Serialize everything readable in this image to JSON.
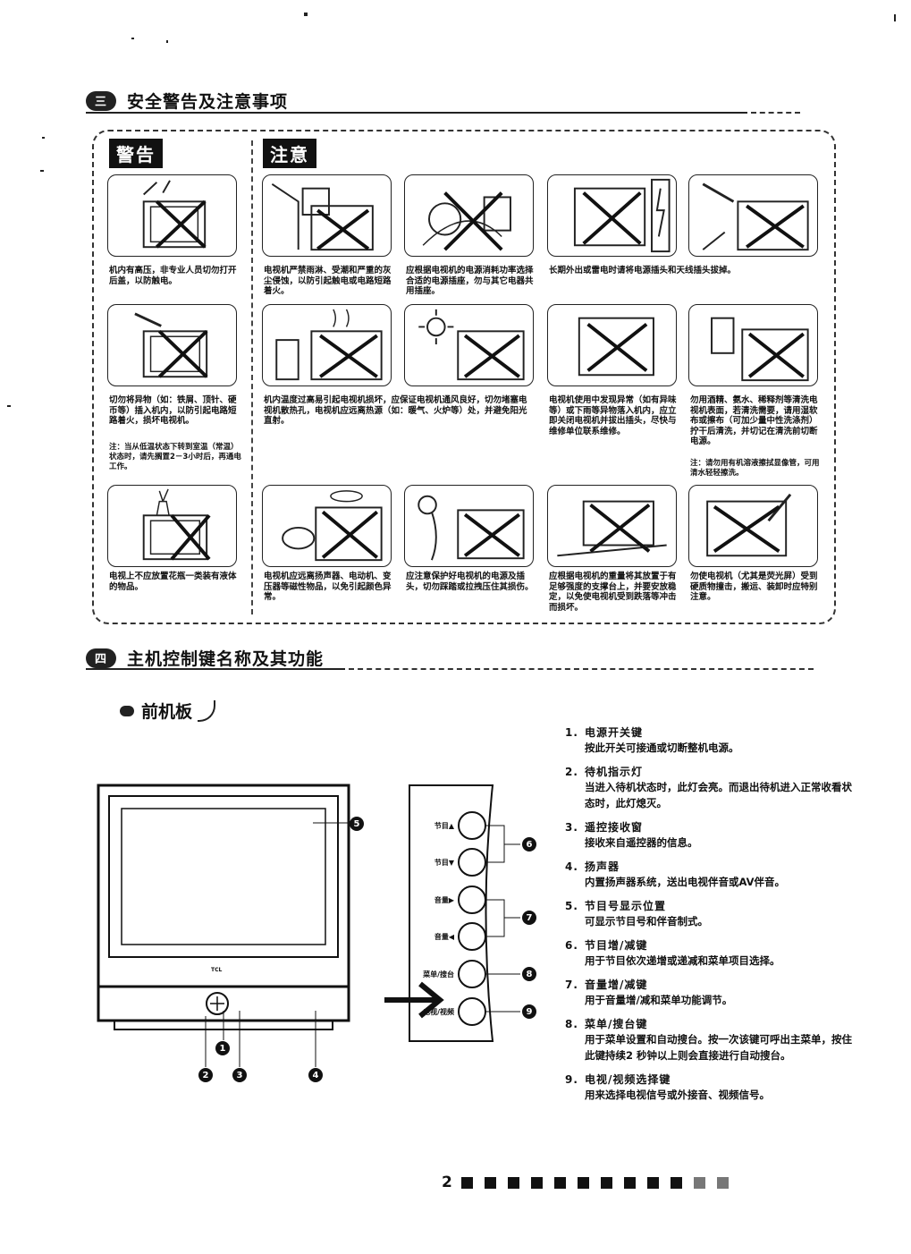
{
  "section1": {
    "badge": "三",
    "title": "安全警告及注意事项"
  },
  "section2": {
    "badge": "四",
    "title": "主机控制键名称及其功能"
  },
  "warning_tag": "警告",
  "caution_tag": "注意",
  "warnings": [
    {
      "caption": "机内有高压，非专业人员切勿打开后盖，以防触电。"
    },
    {
      "caption": "切勿将异物（如：铁屑、顶针、硬币等）插入机内，以防引起电路短路着火，损坏电视机。",
      "note": "注：当从低温状态下转到室温（常温）状态时，请先搁置2－3小时后，再通电工作。"
    },
    {
      "caption": "电视上不应放置花瓶一类装有液体的物品。"
    }
  ],
  "cautions": [
    {
      "caption": "电视机严禁雨淋、受潮和严重的灰尘侵蚀，以防引起触电或电路短路着火。"
    },
    {
      "caption": "应根据电视机的电源消耗功率选择合适的电源插座，勿与其它电器共用插座。"
    },
    {
      "caption": "长期外出或雷电时请将电源插头和天线插头拔掉。"
    },
    {
      "caption": "机内温度过高易引起电视机损坏，应保证电视机通风良好，切勿堵塞电视机散热孔，电视机应远离热源（如：暖气、火炉等）处，并避免阳光直射。"
    },
    {
      "caption": "电视机使用中发现异常（如有异味等）或下雨等异物落入机内，应立即关闭电视机并拔出插头，尽快与维修单位联系维修。"
    },
    {
      "caption": "勿用酒精、氨水、稀释剂等清洗电视机表面，若清洗需要，请用湿软布或擦布（可加少量中性洗涤剂）拧干后清洗，并切记在清洗前切断电源。",
      "note": "注：请勿用有机溶液擦拭显像管，可用清水轻轻擦洗。"
    },
    {
      "caption": "电视机应远离扬声器、电动机、变压器等磁性物品，以免引起颜色异常。"
    },
    {
      "caption": "应注意保护好电视机的电源及插头，切勿踩踏或拉拽压住其损伤。"
    },
    {
      "caption": "应根据电视机的重量将其放置于有足够强度的支撑台上，并要安放稳定，以免使电视机受到跌落等冲击而损坏。"
    },
    {
      "caption": "勿使电视机（尤其是荧光屏）受到硬质物撞击，搬运、装卸时应特别注意。"
    }
  ],
  "front_panel": {
    "title": "前机板",
    "tv_brand": "TCL",
    "buttons": [
      "节目▲",
      "节目▼",
      "音量▶",
      "音量◀",
      "菜单/搜台",
      "电视/视频"
    ],
    "callouts": [
      "1",
      "2",
      "3",
      "4",
      "5",
      "6",
      "7",
      "8",
      "9"
    ]
  },
  "functions": [
    {
      "num": "1.",
      "name": "电源开关键",
      "desc": "按此开关可接通或切断整机电源。"
    },
    {
      "num": "2.",
      "name": "待机指示灯",
      "desc": "当进入待机状态时，此灯会亮。而退出待机进入正常收看状态时，此灯熄灭。"
    },
    {
      "num": "3.",
      "name": "遥控接收窗",
      "desc": "接收来自遥控器的信息。"
    },
    {
      "num": "4.",
      "name": "扬声器",
      "desc": "内置扬声器系统，送出电视伴音或AV伴音。"
    },
    {
      "num": "5.",
      "name": "节目号显示位置",
      "desc": "可显示节目号和伴音制式。"
    },
    {
      "num": "6.",
      "name": "节目增/减键",
      "desc": "用于节目依次递增或递减和菜单项目选择。"
    },
    {
      "num": "7.",
      "name": "音量增/减键",
      "desc": "用于音量增/减和菜单功能调节。"
    },
    {
      "num": "8.",
      "name": "菜单/搜台键",
      "desc": "用于菜单设置和自动搜台。按一次该键可呼出主菜单，按住此键持续2 秒钟以上则会直接进行自动搜台。"
    },
    {
      "num": "9.",
      "name": "电视/视频选择键",
      "desc": "用来选择电视信号或外接音、视频信号。"
    }
  ],
  "page_number": "2"
}
